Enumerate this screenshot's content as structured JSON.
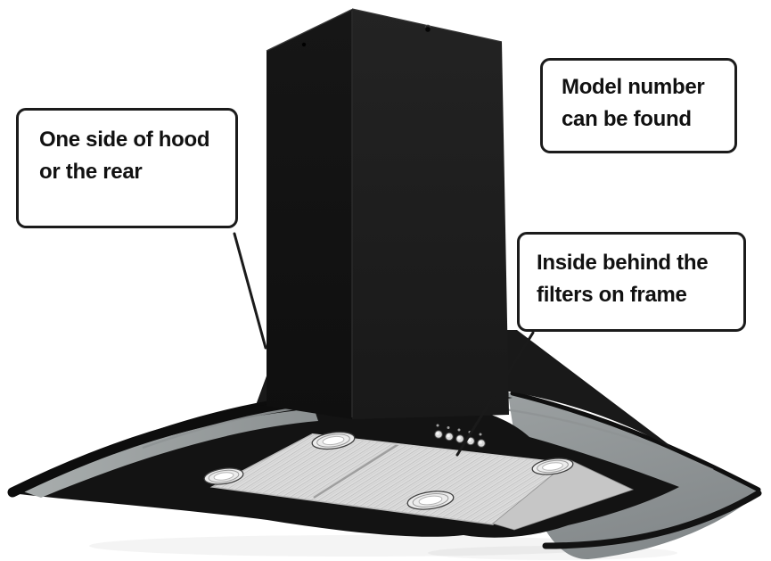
{
  "callouts": {
    "side": {
      "text": "One side of hood\nor the rear"
    },
    "model": {
      "text": "Model number\ncan be found"
    },
    "filters": {
      "text": "Inside behind the\nfilters on frame"
    }
  },
  "diagram": {
    "subject": "chimney cooker hood",
    "lamp_count": 4,
    "control_button_count": 5,
    "filter_panel_count": 2,
    "colors": {
      "background": "#ffffff",
      "hood_black": "#151515",
      "chimney_right_face": "#1e1e1e",
      "glass_smoke_gray": "#8d9192",
      "glass_highlight": "#8f9495",
      "filter_mesh": "#d9d9d9",
      "chrome": "#e8e8e8",
      "callout_border": "#1b1b1b"
    }
  }
}
